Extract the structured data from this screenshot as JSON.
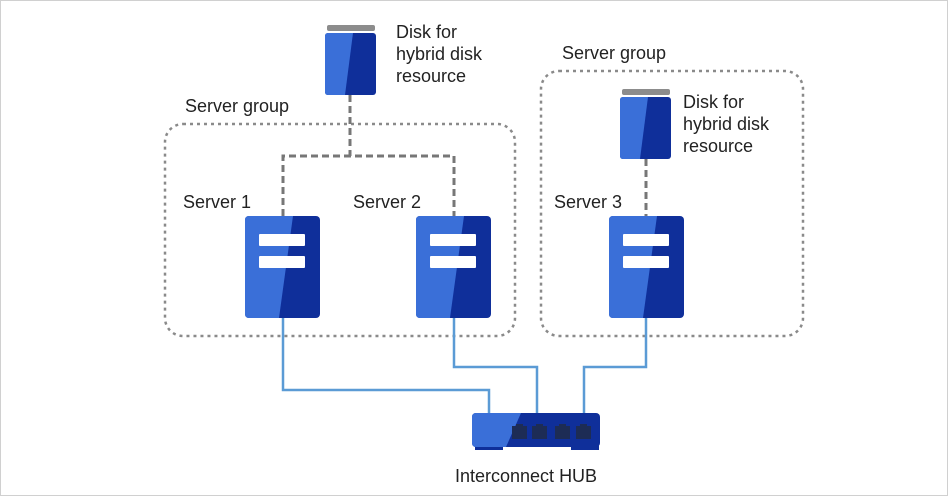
{
  "labels": {
    "group_left": "Server group",
    "group_right": "Server group",
    "disk_left": [
      "Disk for",
      "hybrid disk",
      "resource"
    ],
    "disk_right": [
      "Disk for",
      "hybrid disk",
      "resource"
    ],
    "server1": "Server 1",
    "server2": "Server 2",
    "server3": "Server 3",
    "hub": "Interconnect HUB"
  },
  "colors": {
    "device_blue_light": "#3a6fd8",
    "device_blue_dark": "#0f2f9a",
    "network_line": "#5b9bd5",
    "disk_link": "#777777",
    "group_border": "#888888",
    "hub_body": "#2f63c8",
    "hub_ports": "#1d2c55"
  }
}
